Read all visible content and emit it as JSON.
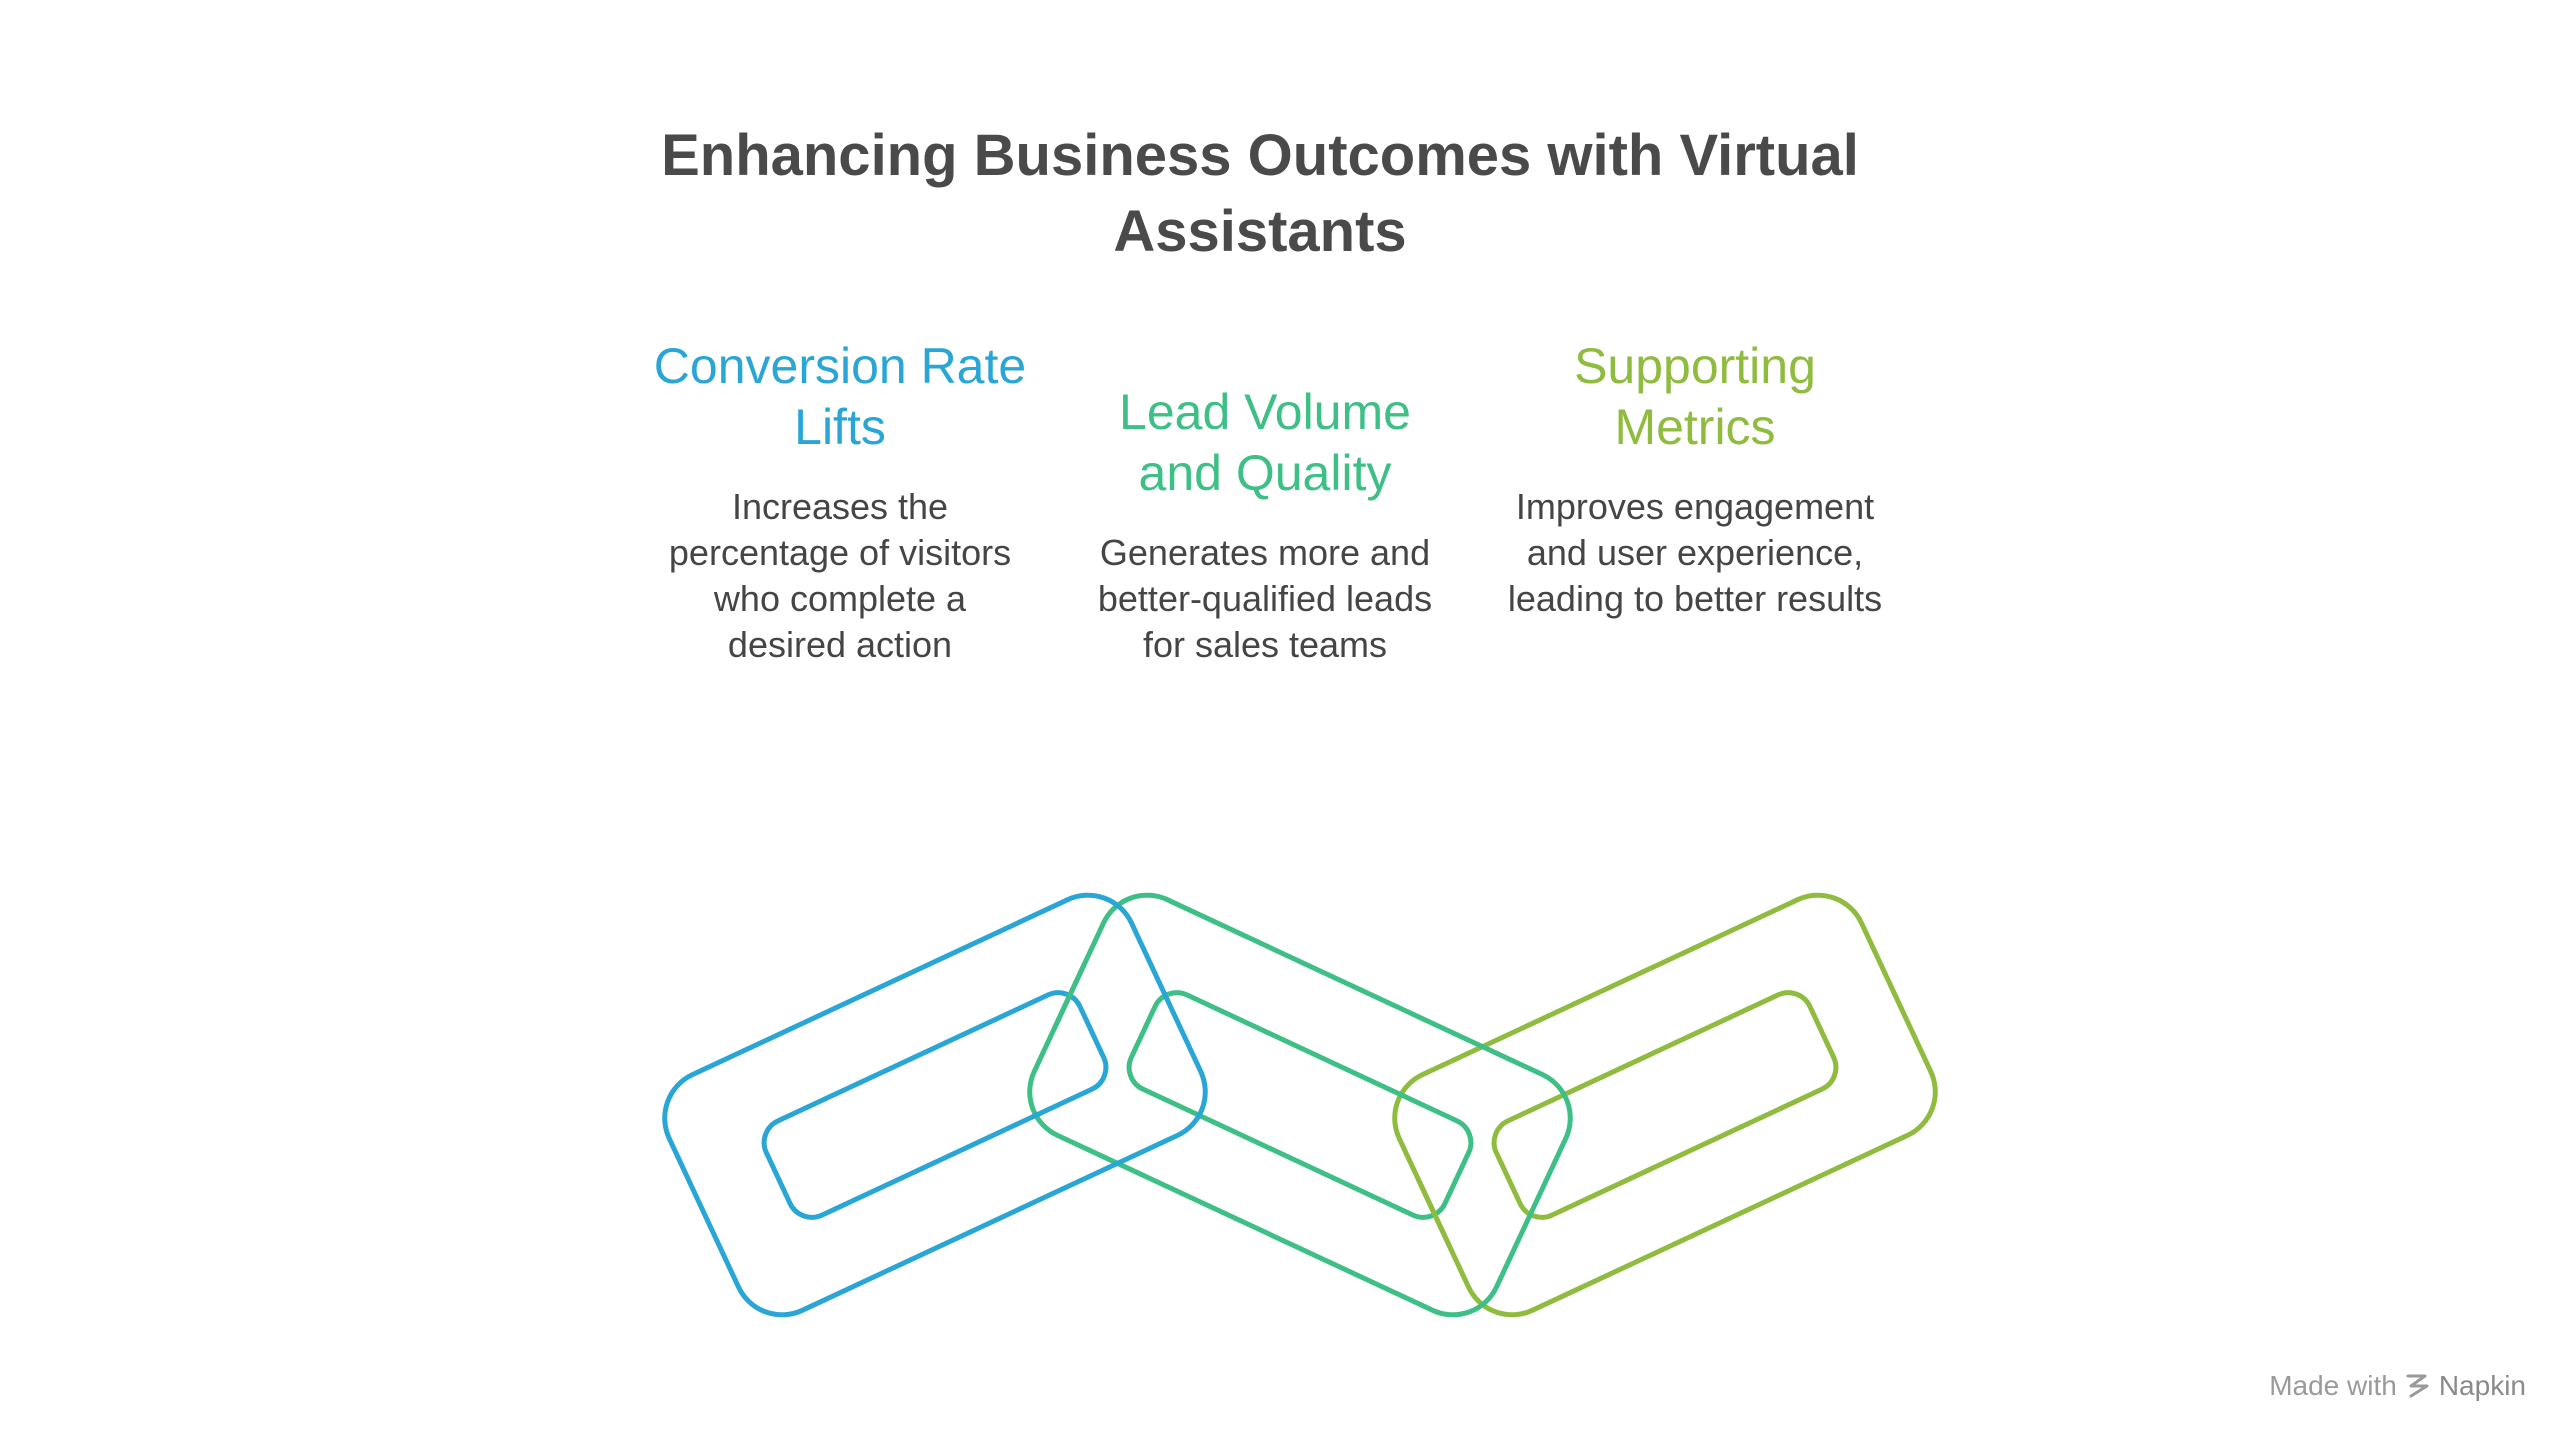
{
  "title": "Enhancing Business Outcomes with Virtual Assistants",
  "colors": {
    "blue": "#2aa6d6",
    "teal": "#3dbf86",
    "green": "#8fbc3f",
    "title": "#4a4a4a",
    "text": "#454545"
  },
  "items": [
    {
      "heading": "Conversion Rate Lifts",
      "description": "Increases the percentage of visitors who complete a desired action",
      "color": "#2aa6d6"
    },
    {
      "heading": "Lead Volume and Quality",
      "description": "Generates more and better-qualified leads for sales teams",
      "color": "#3dbf86"
    },
    {
      "heading": "Supporting Metrics",
      "description": "Improves engagement and user experience, leading to better results",
      "color": "#8fbc3f"
    }
  ],
  "watermark": {
    "prefix": "Made with",
    "brand": "Napkin",
    "icon": "napkin-logo-icon"
  }
}
